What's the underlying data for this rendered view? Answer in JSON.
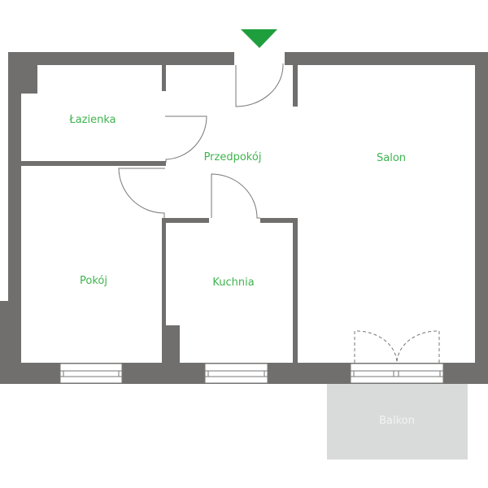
{
  "rooms": {
    "bathroom": "Łazienka",
    "hallway": "Przedpokój",
    "living_room": "Salon",
    "bedroom": "Pokój",
    "kitchen": "Kuchnia",
    "balcony": "Balkon"
  },
  "entrance_marker": "entrance-arrow-icon",
  "colors": {
    "wall": "#706f6d",
    "label": "#3fb44f",
    "arrow": "#1f9e3e",
    "balcony_fill": "#d9dbda",
    "balcony_label": "#f2f2f2"
  }
}
